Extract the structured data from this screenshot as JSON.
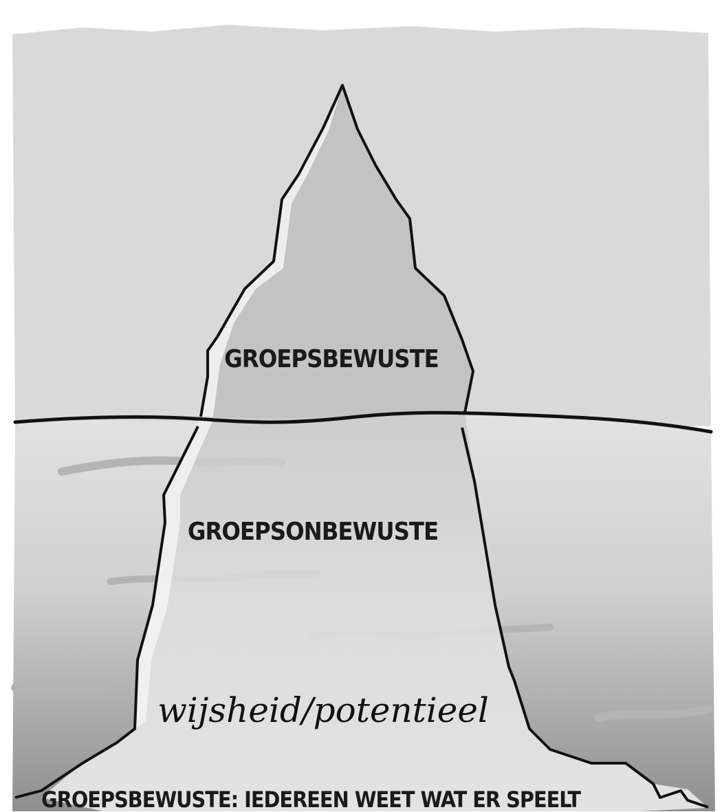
{
  "diagram": {
    "labels": {
      "above_water": "GROEPSBEWUSTE",
      "below_water": "GROEPSONBEWUSTE",
      "base": "wijsheid/potentieel",
      "caption": "GROEPSBEWUSTE: IEDEREEN WEET WAT ER SPEELT"
    },
    "colors": {
      "sky": "#d9d9d9",
      "iceberg_above": "#c3c3c3",
      "iceberg_highlight": "#f2f2f2",
      "water_top": "#e2e2e2",
      "water_bottom": "#8f8f8f",
      "waves": "#b4b4b4",
      "outline": "#111111"
    }
  }
}
